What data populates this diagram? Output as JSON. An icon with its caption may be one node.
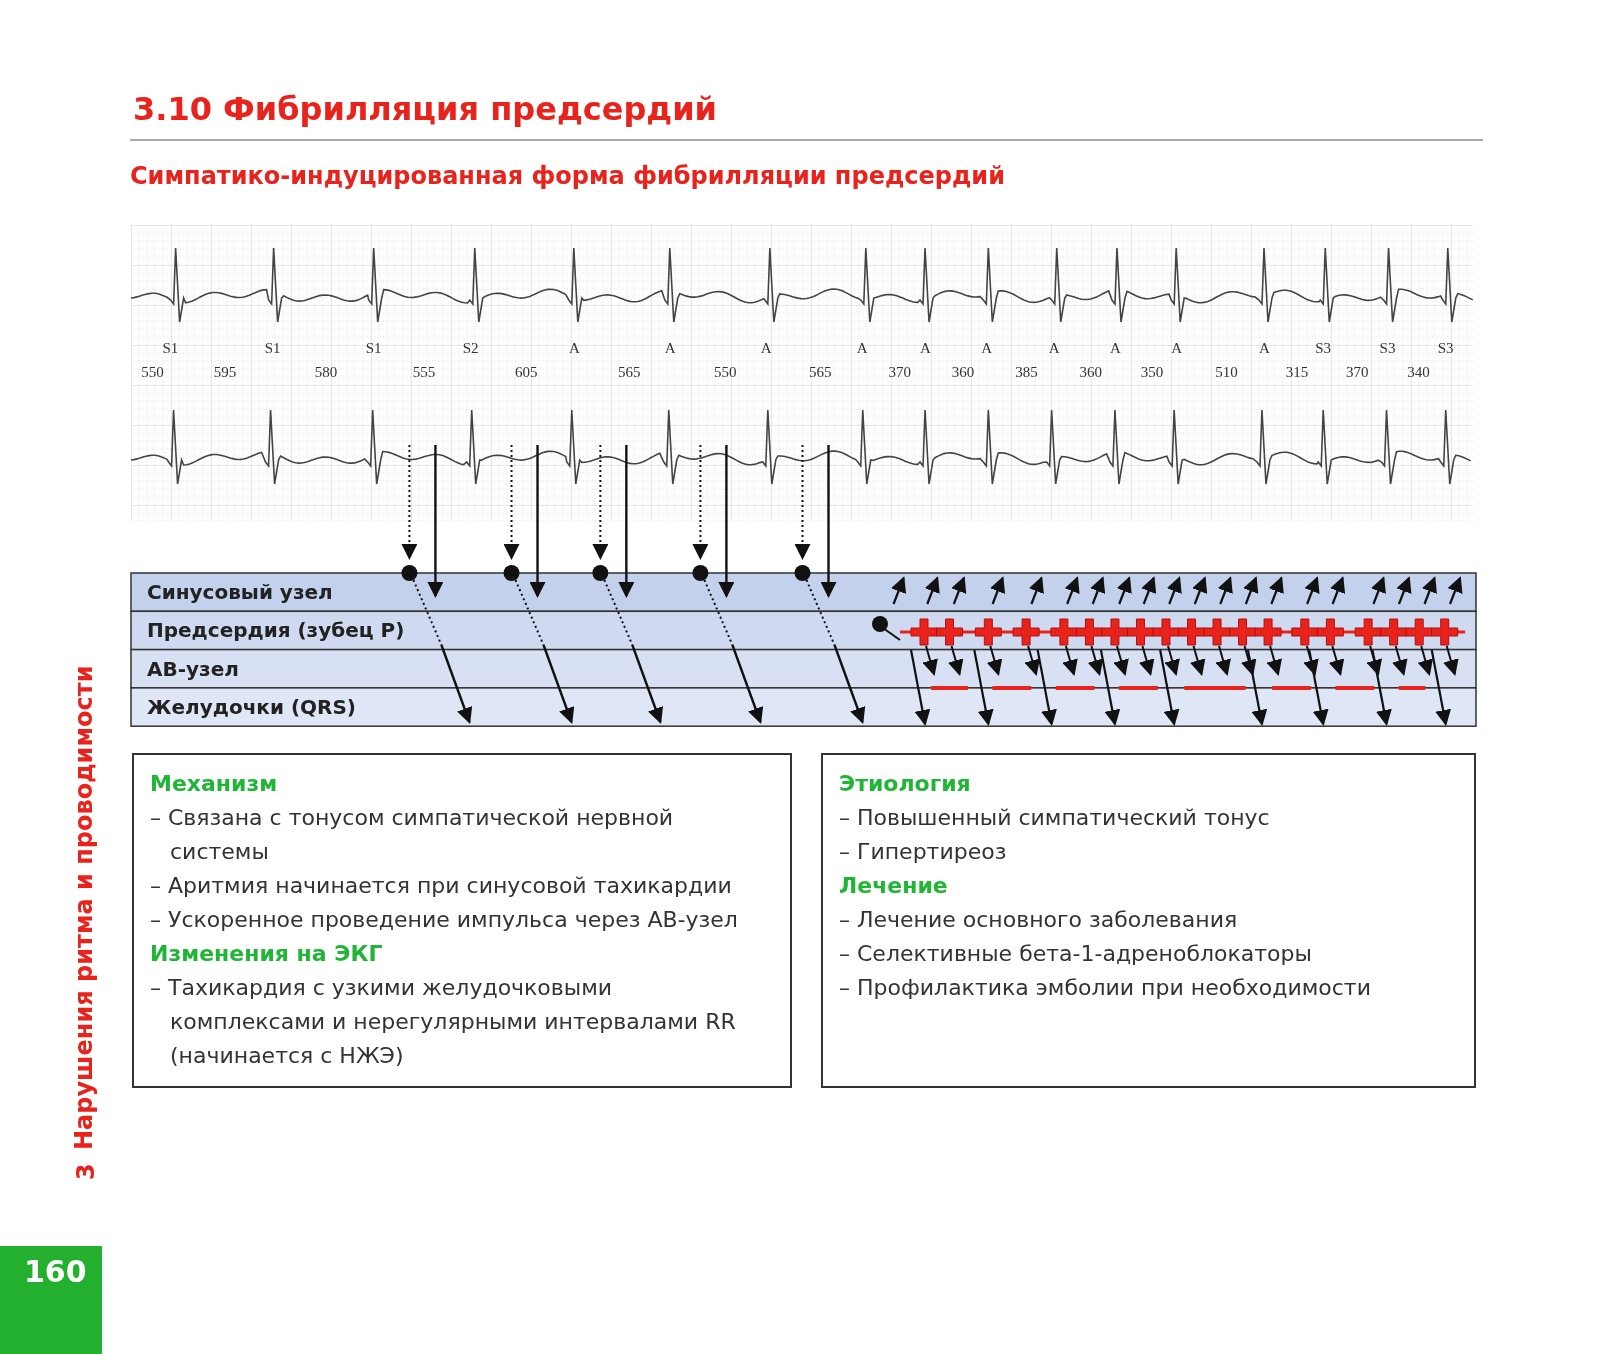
{
  "diagram": {
    "title": "3.10 Фибрилляция предсердий",
    "nodes": [
      {
        "text": [
          "Механизм",
          "– Связана с тонусом симпатической нервной системы",
          "– Аритмия начинается при синусовой тахикардии",
          "– Ускоренное проведение импульса через АВ-узел",
          "Изменения на ЭКГ",
          "– Тахикардия с узкими желудочковыми комплексами и нерегулярными интервалами RR (начинается с НЖЭ)"
        ]
      },
      {
        "text": [
          "Этиология",
          "– Повышенный симпатический тонус",
          "– Гипертиреоз",
          "Лечение",
          "– Лечение основного заболевания",
          "– Селективные бета-1-адреноблокаторы",
          "– Профилактика эмболии при необходимости"
        ]
      }
    ],
    "labels": [
      "Симпатико-индуцированная форма фибрилляции предсердий",
      "S1",
      "S1",
      "S1",
      "S2",
      "A",
      "A",
      "A",
      "A",
      "A",
      "A",
      "A",
      "A",
      "A",
      "A",
      "S3",
      "S3",
      "S3",
      "550",
      "595",
      "580",
      "555",
      "605",
      "565",
      "550",
      "565",
      "370",
      "360",
      "385",
      "360",
      "350",
      "510",
      "315",
      "370",
      "340",
      "Синусовый узел",
      "Предсердия (зубец P)",
      "АВ-узел",
      "Желудочки (QRS)",
      "3",
      "Нарушения ритма и проводимости",
      "160"
    ]
  }
}
